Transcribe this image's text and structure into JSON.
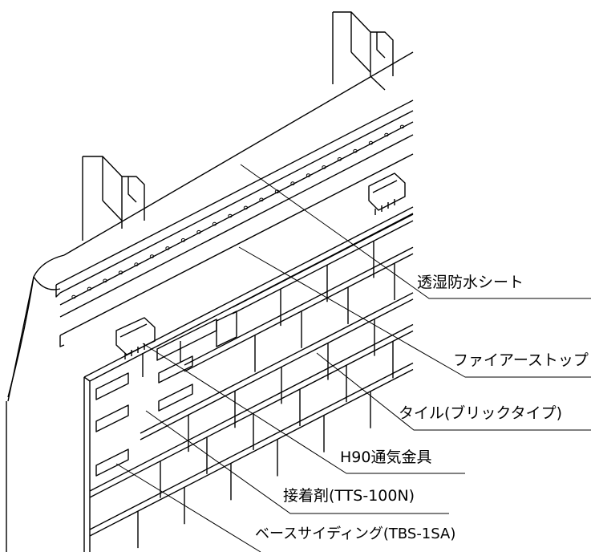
{
  "labels": {
    "sheet": "透湿防水シート",
    "firestop": "ファイアーストップ",
    "tile": "タイル(ブリックタイプ)",
    "bracket": "H90通気金具",
    "adhesive": "接着剤(TTS-100N)",
    "siding": "ベースサイディング(TBS-1SA)"
  },
  "colors": {
    "line": "#000000",
    "background": "#ffffff"
  }
}
